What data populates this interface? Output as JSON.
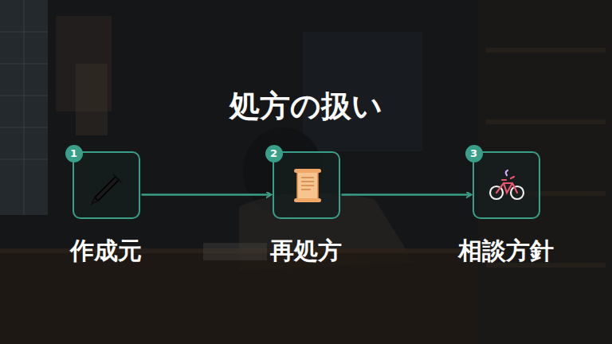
{
  "diagram": {
    "title": "処方の扱い",
    "nodes": [
      {
        "text": [
          "作成元"
        ]
      },
      {
        "text": [
          "再処方"
        ]
      },
      {
        "text": [
          "相談方針"
        ]
      }
    ],
    "edges": [
      {
        "from": 0,
        "to": 1,
        "arrow": "to"
      },
      {
        "from": 1,
        "to": 2,
        "arrow": "to"
      }
    ],
    "labels": [
      "1",
      "2",
      "3"
    ]
  }
}
